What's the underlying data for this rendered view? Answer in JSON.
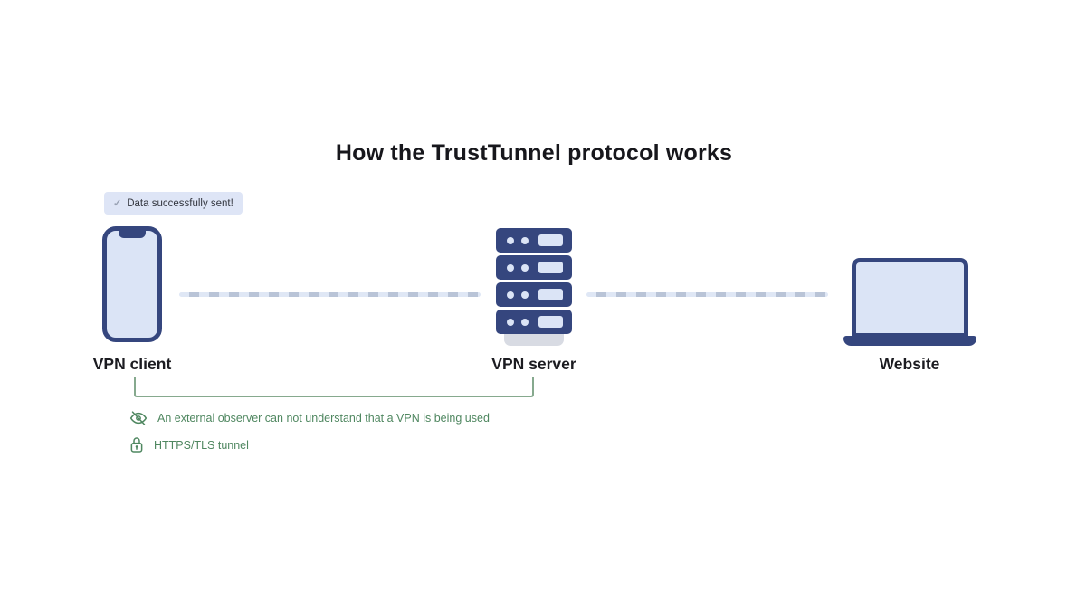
{
  "title": "How the TrustTunnel protocol works",
  "badge": {
    "check_glyph": "✓",
    "text": "Data successfully sent!"
  },
  "nodes": [
    {
      "id": "vpn-client",
      "label": "VPN client",
      "icon": "smartphone-icon"
    },
    {
      "id": "vpn-server",
      "label": "VPN server",
      "icon": "server-icon"
    },
    {
      "id": "website",
      "label": "Website",
      "icon": "laptop-icon"
    }
  ],
  "annotations": {
    "observer": "An external observer can not understand that a VPN is being used",
    "tunnel": "HTTPS/TLS tunnel"
  },
  "colors": {
    "navy": "#35467e",
    "fill_light": "#dbe4f6",
    "gray_base": "#d8dbe3",
    "badge_bg": "#dee5f6",
    "badge_text": "#33363f",
    "check_color": "#98a1b3",
    "dash_dark": "#b9c4d7",
    "dash_light": "#dfe7f5",
    "green_text": "#4f8760",
    "green_bracket": "#86a98e",
    "title_color": "#17171c",
    "label_color": "#1c1c21"
  }
}
